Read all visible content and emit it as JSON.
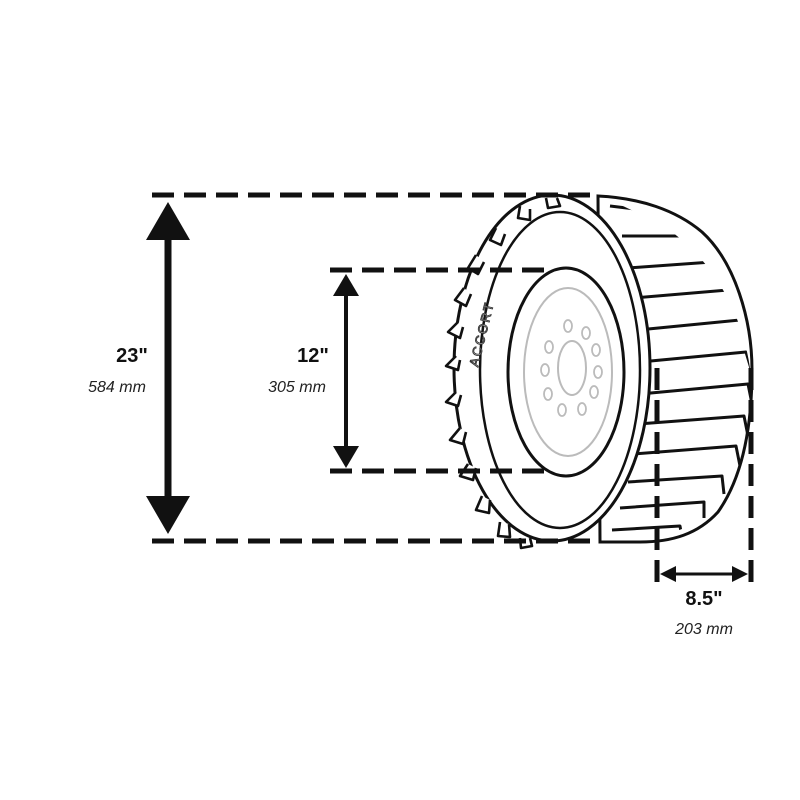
{
  "tire": {
    "brand": "ACCORT"
  },
  "dimensions": {
    "overall_diameter": {
      "inches": "23\"",
      "mm": "584 mm"
    },
    "rim_diameter": {
      "inches": "12\"",
      "mm": "305 mm"
    },
    "section_width": {
      "inches": "8.5\"",
      "mm": "203 mm"
    }
  },
  "colors": {
    "line": "#111111",
    "rim": "#bbbbbb",
    "background": "#ffffff"
  }
}
